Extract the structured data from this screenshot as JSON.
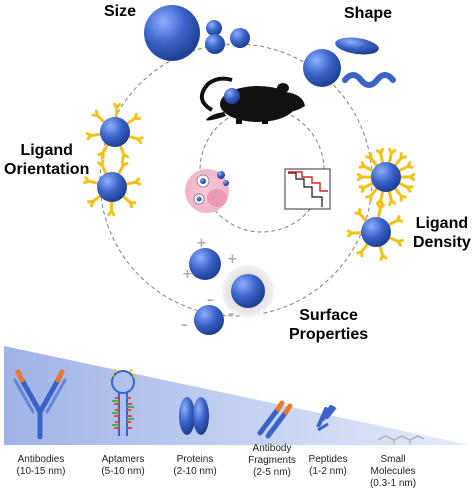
{
  "properties": {
    "size": "Size",
    "shape": "Shape",
    "ligand_orientation": [
      "Ligand",
      "Orientation"
    ],
    "ligand_density": [
      "Ligand",
      "Density"
    ],
    "surface_properties": [
      "Surface",
      "Properties"
    ]
  },
  "charges": {
    "plus": "+",
    "minus": "–"
  },
  "ligands": [
    {
      "name": "Antibodies",
      "size": "(10-15 nm)"
    },
    {
      "name": "Aptamers",
      "size": "(5-10 nm)"
    },
    {
      "name": "Proteins",
      "size": "(2-10 nm)"
    },
    {
      "name": [
        "Antibody",
        "Fragments"
      ],
      "size": "(2-5 nm)"
    },
    {
      "name": "Peptides",
      "size": "(1-2 nm)"
    },
    {
      "name": [
        "Small",
        "Molecules"
      ],
      "size": "(0.3-1 nm)"
    }
  ],
  "colors": {
    "particle": "#3a63c8",
    "ligand_yellow": "#f2c21b",
    "antibody_orange": "#e87a2c",
    "wedge": "#b9c7ec",
    "circle": "#7d7d7d"
  },
  "icons": [
    "mouse-icon",
    "cell-icon",
    "kaplan-meier-icon"
  ]
}
